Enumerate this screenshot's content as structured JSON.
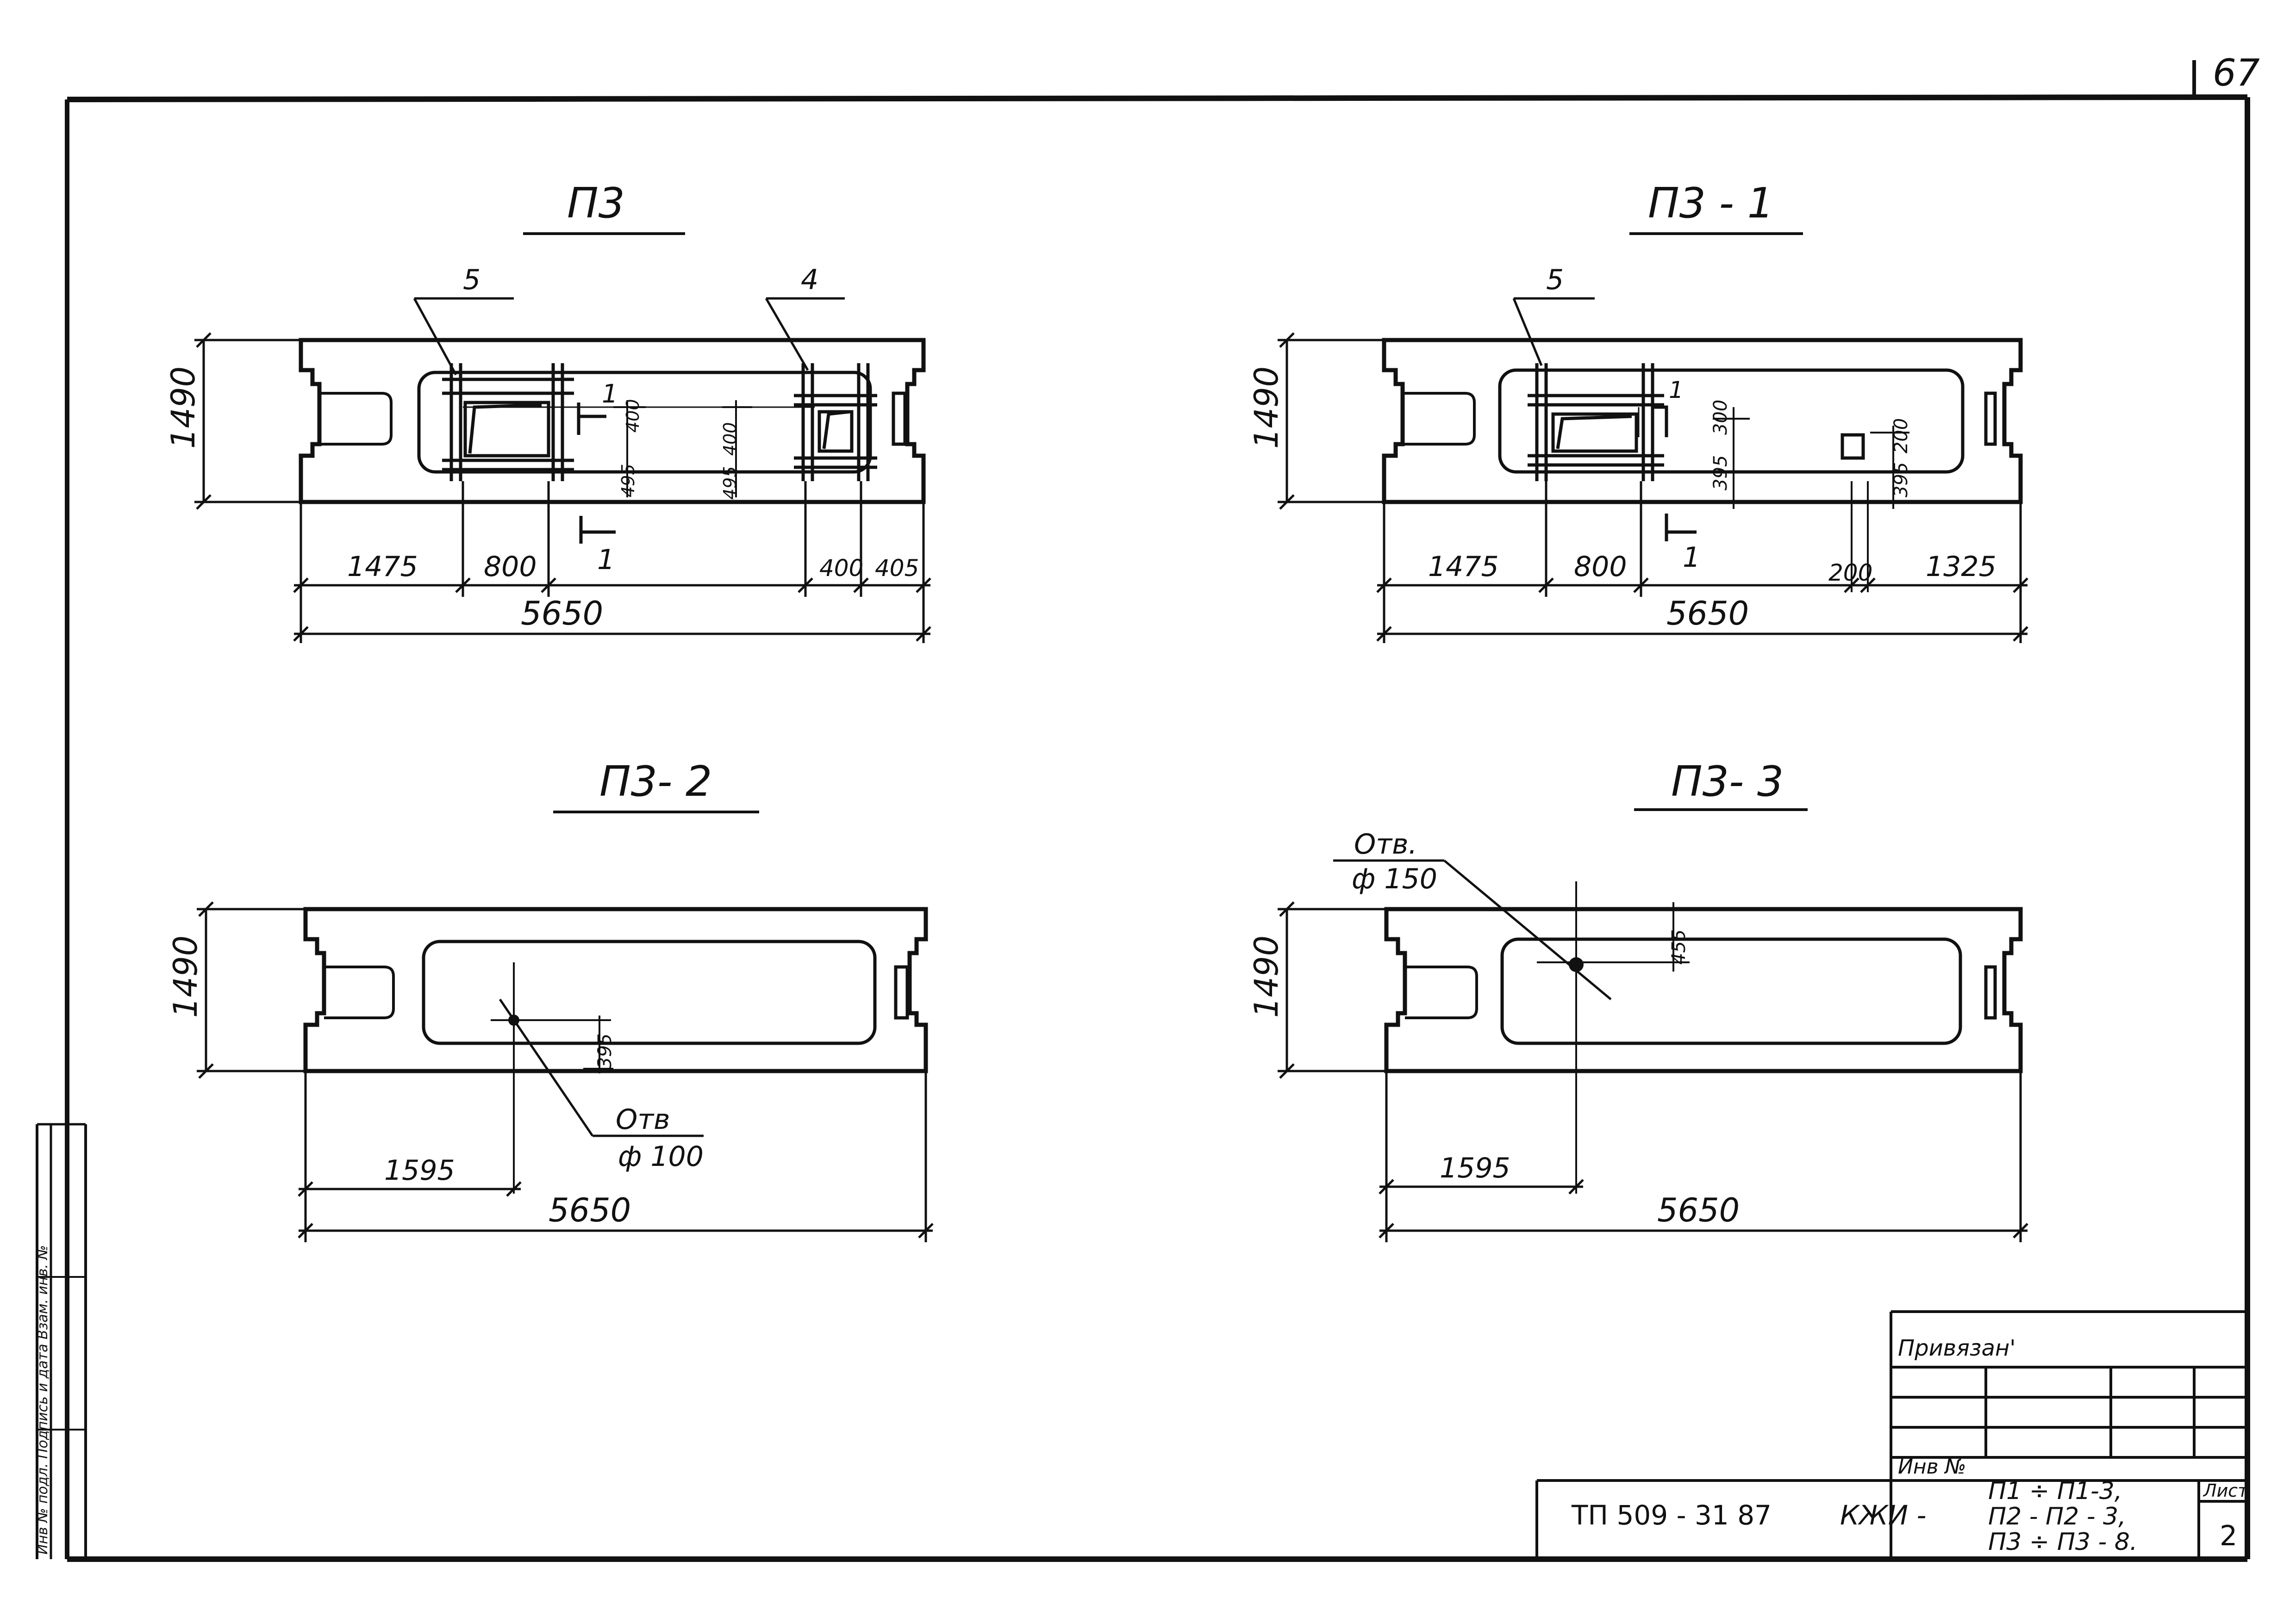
{
  "page_number": "67",
  "views": [
    {
      "title": "П3",
      "height_dim": "1490",
      "callouts": [
        "5",
        "4"
      ],
      "section_marks": [
        "1",
        "1"
      ],
      "inner_dims": [
        "400",
        "495",
        "495",
        "400"
      ],
      "bottom_dims": [
        "1475",
        "800",
        "400",
        "405"
      ],
      "total_dim": "5650"
    },
    {
      "title": "П3 - 1",
      "height_dim": "1490",
      "callouts": [
        "5"
      ],
      "section_marks": [
        "1",
        "1"
      ],
      "inner_dims": [
        "300",
        "395",
        "200",
        "395"
      ],
      "bottom_dims": [
        "1475",
        "800",
        "200",
        "1325"
      ],
      "total_dim": "5650"
    },
    {
      "title": "П3- 2",
      "height_dim": "1490",
      "hole_label": "Отв",
      "hole_diameter": "ф 100",
      "inner_dims": [
        "395"
      ],
      "bottom_dims": [
        "1595"
      ],
      "total_dim": "5650"
    },
    {
      "title": "П3- 3",
      "height_dim": "1490",
      "hole_label": "Отв.",
      "hole_diameter": "ф 150",
      "inner_dims": [
        "455"
      ],
      "bottom_dims": [
        "1595"
      ],
      "total_dim": "5650"
    }
  ],
  "left_strip_text": "Инв № подл. Подпись и дата Взам. инв. №",
  "title_block": {
    "privyazan_label": "Привязан'",
    "inv_label": "Инв №",
    "doc_code": "ТП 509 - 31 87",
    "kzhi": "КЖИ -",
    "range_lines": [
      "П1 ÷ П1-3,",
      "П2 - П2 - 3,",
      "П3 ÷ П3 - 8."
    ],
    "sheet_label": "Лист",
    "sheet_number": "2"
  }
}
